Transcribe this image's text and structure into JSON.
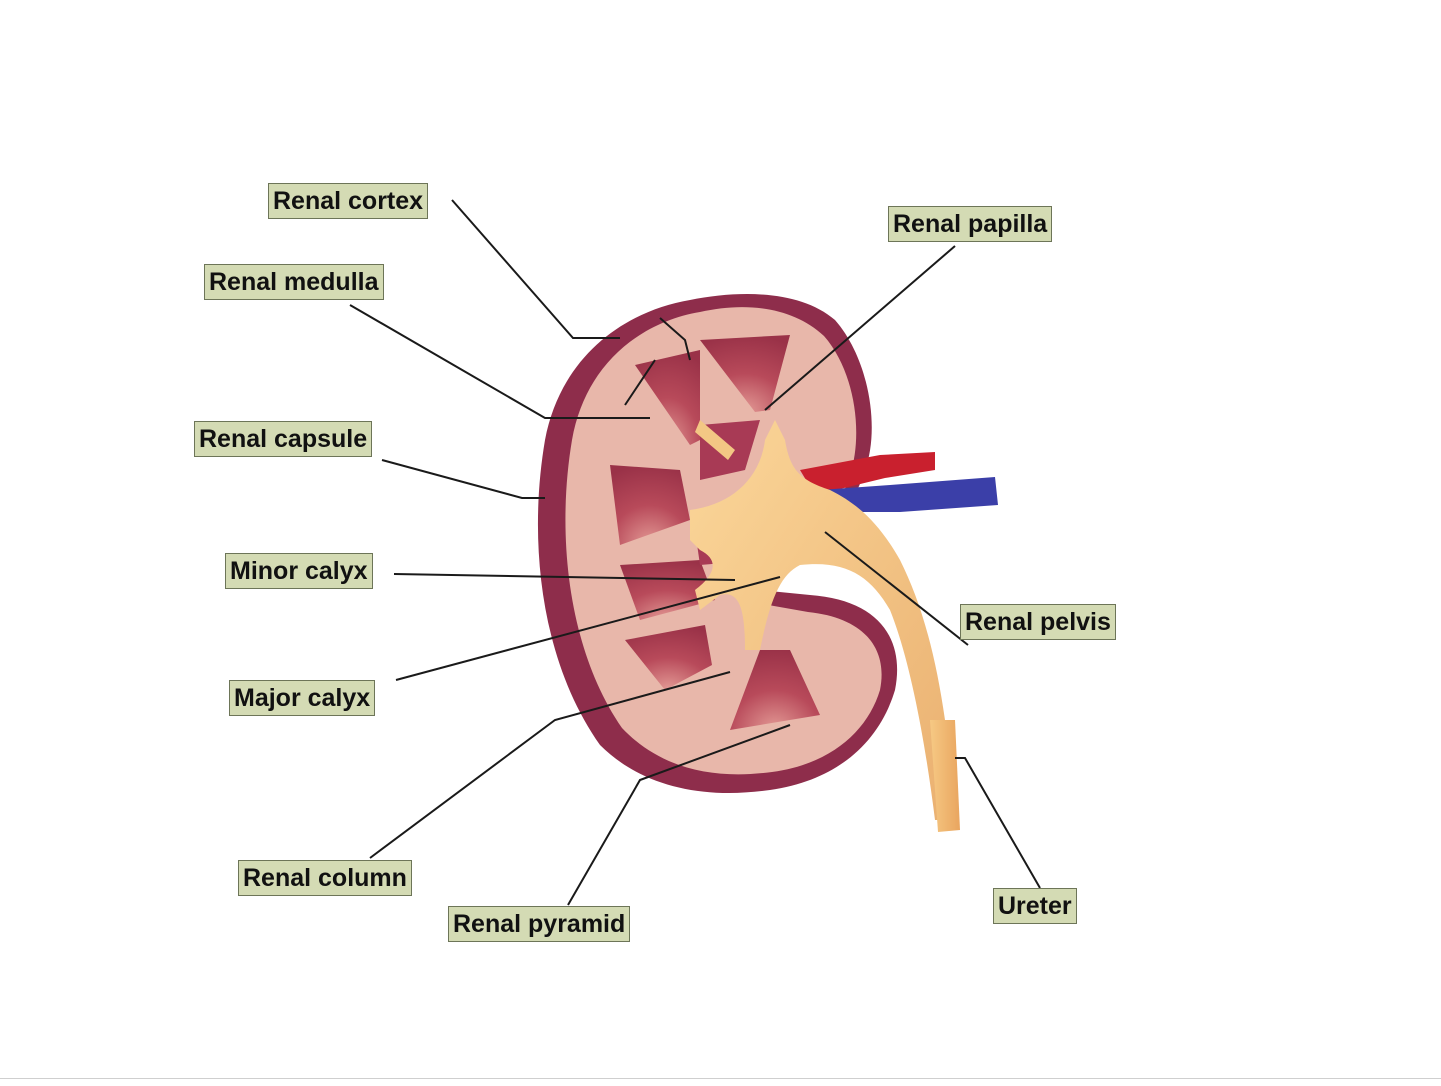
{
  "labels": {
    "renal_cortex": "Renal cortex",
    "renal_medulla": "Renal medulla",
    "renal_capsule": "Renal capsule",
    "minor_calyx": "Minor calyx",
    "major_calyx": "Major calyx",
    "renal_column": "Renal column",
    "renal_pyramid": "Renal pyramid",
    "renal_papilla": "Renal papilla",
    "renal_pelvis": "Renal pelvis",
    "ureter": "Ureter"
  },
  "colors": {
    "label_fill": "#d4dbb4",
    "label_border": "#6d7558",
    "capsule": "#8e2d4b",
    "cortex": "#e8b7aa",
    "pyramid": "#b84a5a",
    "pelvis": "#f3c784",
    "artery": "#c9202e",
    "vein": "#3b3fa8"
  }
}
